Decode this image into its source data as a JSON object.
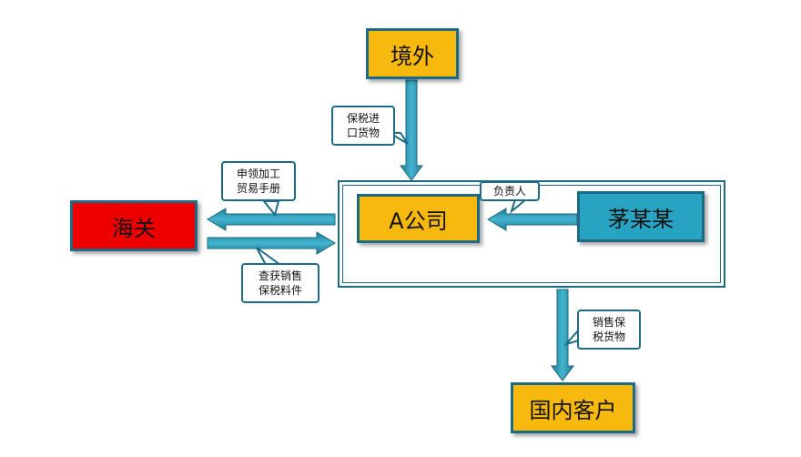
{
  "nodes": {
    "overseas": "境外",
    "customs": "海关",
    "company_a": "A公司",
    "mao": "茅某某",
    "domestic_customers": "国内客户"
  },
  "labels": {
    "import_goods": "保税进\n口货物",
    "apply_manual": "申领加工\n贸易手册",
    "seize_materials": "查获销售\n保税料件",
    "responsible_person": "负责人",
    "sell_goods": "销售保\n税货物"
  },
  "colors": {
    "node_fill": "#f7b90d",
    "customs_fill": "#ee0000",
    "person_fill": "#28a4c2",
    "arrow": "#2a8fa8"
  }
}
